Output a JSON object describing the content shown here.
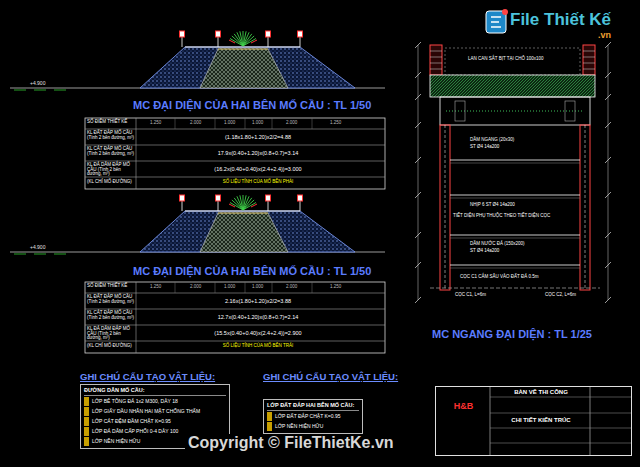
{
  "diagram": {
    "nodes": [
      {
        "text": [
          "ĐƯỜNG DẪN MỐ CẦU:",
          "LỚP BÊ TÔNG ĐÁ 1x2 M300, DÀY 18",
          "LỚP GIẤY DẦU NHÂN HAI MẶT CHỐNG THẤM",
          "LỚP CÁT ĐỆM ĐẦM CHẶT K=0.95",
          "LỚP ĐÁ DĂM CẤP PHỐI 0-4 DÀY 100",
          "LỚP NỀN HIỆN HỮU"
        ]
      },
      {
        "text": [
          "LỚP ĐẤT ĐẮP HAI BÊN MỐ CẦU:",
          "LỚP ĐẤT ĐẮP CHẶT K=0.95",
          "LỚP NỀN HIỆN HỮU"
        ]
      },
      {
        "text": [
          "BẢN VẼ THI CÔNG",
          "CHI TIẾT KIẾN TRÚC",
          "H&B"
        ]
      }
    ],
    "labels": [
      "MC ĐẠI DIỆN CỦA HAI BÊN MỐ CẦU : TL 1/50",
      "+4.900",
      "SỐ ĐIỂM THIẾT KẾ",
      "1.250",
      "2.000",
      "1.000",
      "1.000",
      "2.000",
      "1.250",
      "KL ĐẤT ĐẮP MỐ CẦU (Tính 2 bên đường, m³)",
      "(1.18x1.80+1.20)x2/2=4.88",
      "KL CÁT ĐẮP MỐ CẦU (Tính 2 bên đường, m³)",
      "17.9x(0.40+1.20)x(0.8+0.7)=3.14",
      "KL ĐÁ DĂM ĐẮP MỐ CẦU (Tính 2 bên đường, m³)",
      "(16.2x(0.40+0.40)x(2.4+2.4))=3.000",
      "(KL CHÍ MỐ ĐƯỜNG)",
      "SỐ LIỆU TÍNH CỦA MỐ BÊN PHẢI",
      "MC ĐẠI DIỆN CỦA HAI BÊN MỐ CẦU : TL 1/50",
      "+4.900",
      "SỐ ĐIỂM THIẾT KẾ",
      "1.250",
      "2.000",
      "1.000",
      "1.000",
      "2.000",
      "1.250",
      "KL ĐẤT ĐẮP MỐ CẦU (Tính 2 bên đường, m³)",
      "2.16x(1.80+1.20)x2/2=3.88",
      "KL CÁT ĐẮP MỐ CẦU (Tính 2 bên đường, m³)",
      "12.7x(0.40+1.20)x(0.8+0.7)=2.14",
      "KL ĐÁ DĂM ĐẮP MỐ CẦU (Tính 2 bên đường, m³)",
      "(15.5x(0.40+0.40)x(2.4+2.4))=2.900",
      "(KL CHÍ MỐ ĐƯỜNG)",
      "SỐ LIỆU TÍNH CỦA MỐ BÊN TRÁI",
      "LAN CAN SẮT BỊT TẠI CHỖ 100x100",
      "DẦM NGANG (20x30)",
      "ST Ø4 14a200",
      "NHỊP 6 ST Ø4 14a200",
      "TIẾT DIỆN PHỤ THUỘC THEO TIẾT DIỆN CỌC",
      "DẦM NƯỚC ĐÁ (150x200)",
      "ST Ø4 14a200",
      "CỌC C1 CẮM SÂU VÀO ĐẤT ĐÁ 0.5m",
      "CỌC C1, L=6m",
      "CỌC C2, L=6m",
      "MC NGANG ĐẠI DIỆN : TL 1/25",
      "GHI CHÚ CẤU TẠO VẬT LIỆU:",
      "GHI CHÚ CẤU TẠO VẬT LIỆU:",
      "Copyright © FileThietKe.vn",
      "File Thiết Kế",
      ".vn"
    ]
  }
}
